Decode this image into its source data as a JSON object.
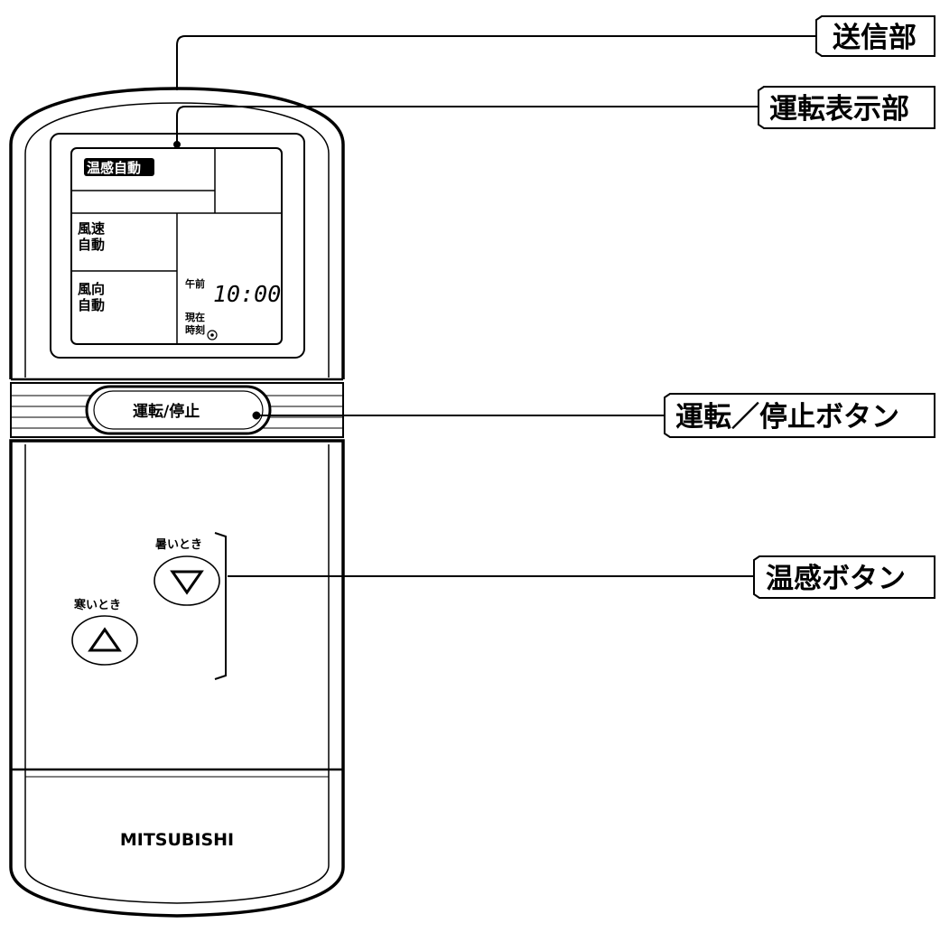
{
  "callouts": {
    "transmitter": "送信部",
    "display": "運転表示部",
    "power_button": "運転／停止ボタン",
    "temp_button": "温感ボタン"
  },
  "lcd": {
    "mode": "温感自動",
    "fan_speed_line1": "風速",
    "fan_speed_line2": "自動",
    "fan_dir_line1": "風向",
    "fan_dir_line2": "自動",
    "ampm": "午前",
    "clock": "10:00",
    "current_line1": "現在",
    "current_line2": "時刻"
  },
  "buttons": {
    "power_label": "運転/停止",
    "hot_label": "暑いとき",
    "cold_label": "寒いとき"
  },
  "brand": "MITSUBISHI"
}
